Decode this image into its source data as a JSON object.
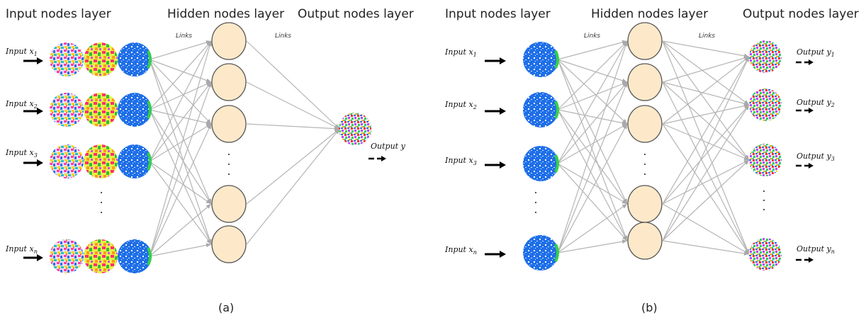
{
  "panels": [
    {
      "titles": {
        "input": "Input nodes layer",
        "hidden": "Hidden nodes layer",
        "output": "Output nodes layer"
      },
      "links_label": "Links",
      "caption": "(a)",
      "inputs": [
        {
          "text": "Input x",
          "sub": "1"
        },
        {
          "text": "Input x",
          "sub": "2"
        },
        {
          "text": "Input x",
          "sub": "3"
        },
        {
          "text": "Input x",
          "sub": "n"
        }
      ],
      "outputs": [
        {
          "text": "Output y",
          "sub": ""
        }
      ]
    },
    {
      "titles": {
        "input": "Input nodes layer",
        "hidden": "Hidden nodes layer",
        "output": "Output nodes layer"
      },
      "links_label": "Links",
      "caption": "(b)",
      "inputs": [
        {
          "text": "Input x",
          "sub": "1"
        },
        {
          "text": "Input x",
          "sub": "2"
        },
        {
          "text": "Input x",
          "sub": "3"
        },
        {
          "text": "Input x",
          "sub": "n"
        }
      ],
      "outputs": [
        {
          "text": "Output y",
          "sub": "1"
        },
        {
          "text": "Output y",
          "sub": "2"
        },
        {
          "text": "Output y",
          "sub": "3"
        },
        {
          "text": "Output y",
          "sub": "n"
        }
      ]
    }
  ],
  "colors": {
    "link": "#b5b5b5",
    "hidden_fill": "#fde9c9",
    "hidden_stroke": "#555555",
    "arrow": "#000000"
  }
}
